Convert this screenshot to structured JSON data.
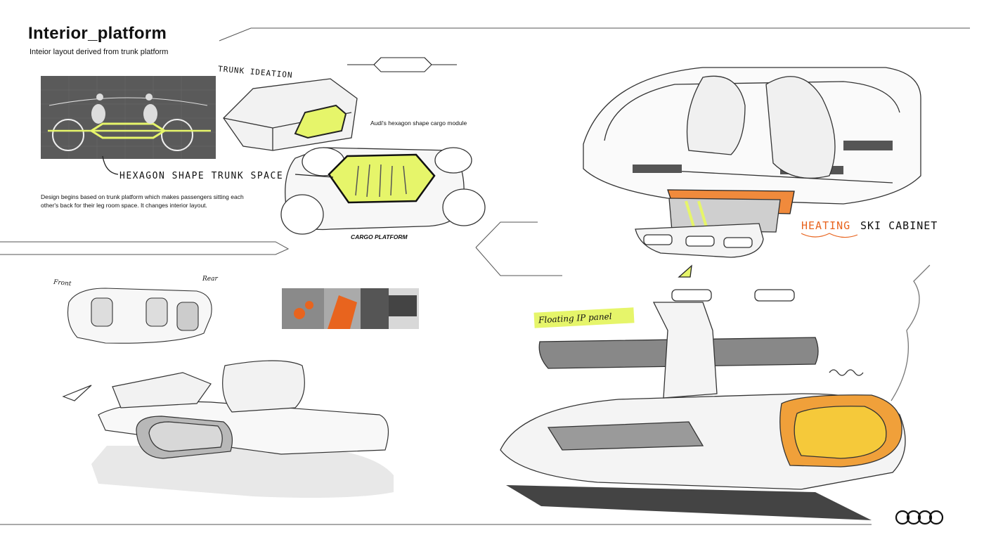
{
  "title": "Interior_platform",
  "subtitle": "Inteior layout derived from trunk platform",
  "annotations": {
    "trunk_ideation": "TRUNK IDEATION",
    "hexagon_module": "Audi's hexagon shape cargo module",
    "hexagon_trunk_space": "HEXAGON  SHAPE  TRUNK SPACE",
    "design_note": "Design begins based on trunk platform which makes passengers sitting each other's back for their leg room space. It changes interior layout.",
    "cargo_platform": "CARGO PLATFORM",
    "heating": "HEATING",
    "ski_cabinet": "SKI CABINET",
    "front": "Front",
    "rear": "Rear",
    "floating_ip": "Floating IP panel"
  },
  "colors": {
    "accent_yellow": "#e6f56a",
    "accent_orange": "#e8641e",
    "line": "#222222",
    "panel_gray": "#5a5a5a"
  },
  "logo": "four-rings-logo"
}
